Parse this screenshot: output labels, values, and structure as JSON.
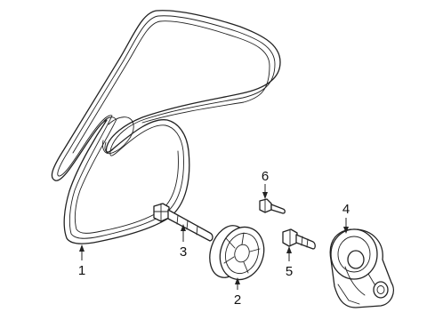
{
  "callouts": [
    {
      "id": "1",
      "label": "1"
    },
    {
      "id": "2",
      "label": "2"
    },
    {
      "id": "3",
      "label": "3"
    },
    {
      "id": "4",
      "label": "4"
    },
    {
      "id": "5",
      "label": "5"
    },
    {
      "id": "6",
      "label": "6"
    }
  ],
  "parts": {
    "belt": "serpentine-belt",
    "idler_pulley": "idler-pulley",
    "pulley_bolt": "pulley-bolt",
    "tensioner": "belt-tensioner",
    "tensioner_bolt": "tensioner-bolt",
    "stud_bolt": "stud-bolt"
  }
}
